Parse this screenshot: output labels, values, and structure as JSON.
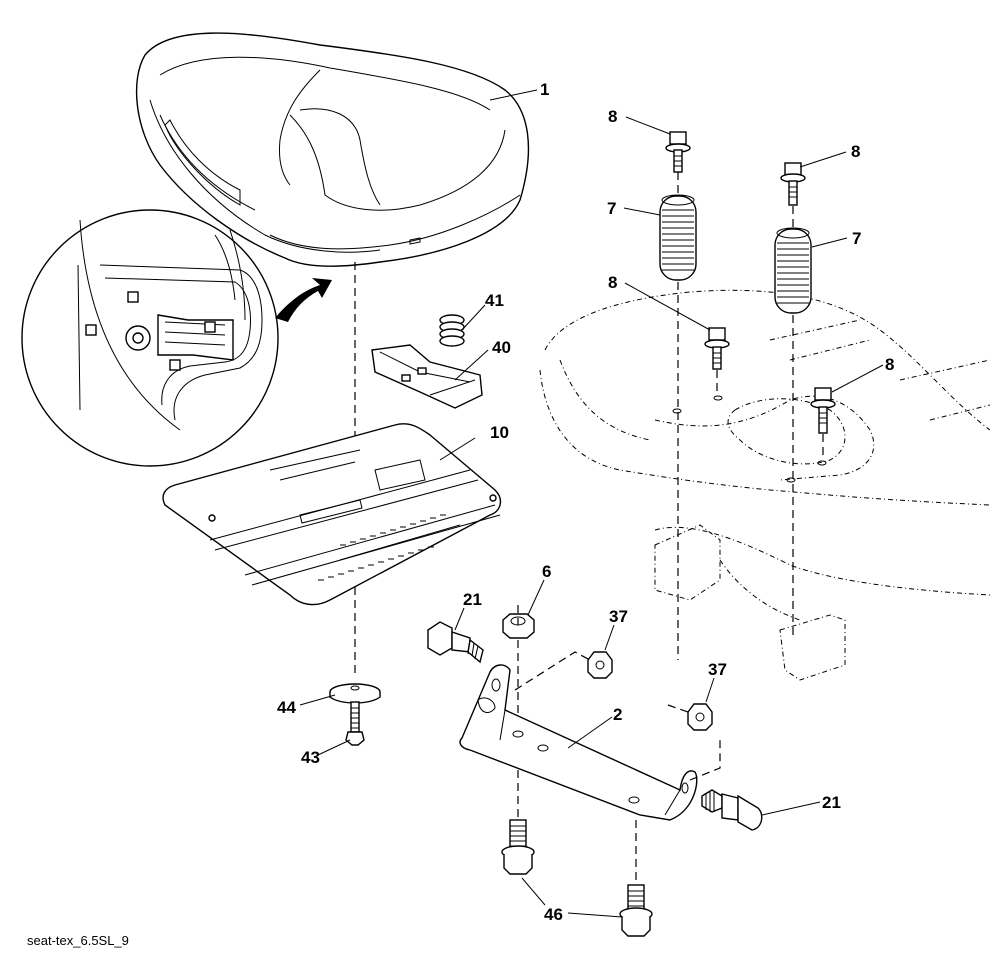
{
  "caption": "seat-tex_6.5SL_9",
  "callouts": [
    {
      "id": "c1",
      "label": "1",
      "part": "seat"
    },
    {
      "id": "c8a",
      "label": "8",
      "part": "bolt"
    },
    {
      "id": "c8b",
      "label": "8",
      "part": "bolt"
    },
    {
      "id": "c7a",
      "label": "7",
      "part": "spring"
    },
    {
      "id": "c7b",
      "label": "7",
      "part": "spring"
    },
    {
      "id": "c8c",
      "label": "8",
      "part": "bolt"
    },
    {
      "id": "c8d",
      "label": "8",
      "part": "bolt"
    },
    {
      "id": "c41",
      "label": "41",
      "part": "small-spring"
    },
    {
      "id": "c40",
      "label": "40",
      "part": "seat-latch"
    },
    {
      "id": "c10",
      "label": "10",
      "part": "seat-pan"
    },
    {
      "id": "c6",
      "label": "6",
      "part": "nut"
    },
    {
      "id": "c21a",
      "label": "21",
      "part": "shoulder-bolt"
    },
    {
      "id": "c37a",
      "label": "37",
      "part": "nut"
    },
    {
      "id": "c37b",
      "label": "37",
      "part": "nut"
    },
    {
      "id": "c44",
      "label": "44",
      "part": "washer"
    },
    {
      "id": "c2",
      "label": "2",
      "part": "seat-bracket"
    },
    {
      "id": "c43",
      "label": "43",
      "part": "bolt"
    },
    {
      "id": "c21b",
      "label": "21",
      "part": "shoulder-bolt"
    },
    {
      "id": "c46",
      "label": "46",
      "part": "flange-bolt"
    }
  ]
}
